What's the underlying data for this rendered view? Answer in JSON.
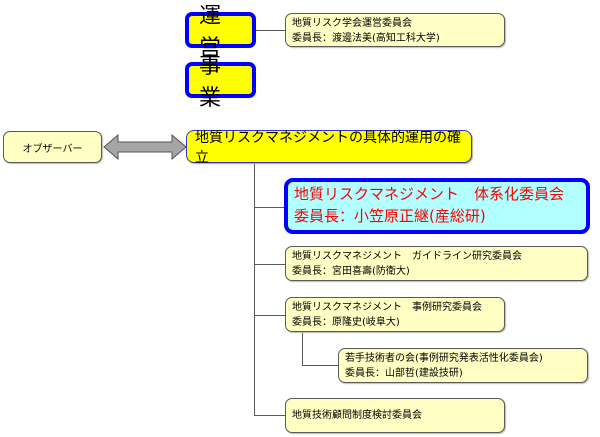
{
  "sections": {
    "management": {
      "label": "運営",
      "committee": {
        "name": "地質リスク学会運営委員会",
        "chair": "委員長：渡邊法美(高知工科大学)"
      }
    },
    "business": {
      "label": "事業"
    }
  },
  "observer": {
    "label": "オブザーバー"
  },
  "main_theme": {
    "label": "地質リスクマネジメントの具体的運用の確立"
  },
  "committees": [
    {
      "name": "地質リスクマネジメント　体系化委員会",
      "chair": "委員長：小笠原正継(産総研)",
      "highlighted": true
    },
    {
      "name": "地質リスクマネジメント　ガイドライン研究委員会",
      "chair": "委員長：宮田喜壽(防衛大)"
    },
    {
      "name": "地質リスクマネジメント　事例研究委員会",
      "chair": "委員長：原隆史(岐阜大)"
    },
    {
      "name": "若手技術者の会(事例研究発表活性化委員会)",
      "chair": "委員長：山部哲(建設技研)",
      "parent": "地質リスクマネジメント　事例研究委員会"
    },
    {
      "name": "地質技術顧問制度検討委員会"
    }
  ],
  "colors": {
    "head_fill": "#ffff00",
    "head_border": "#0000ff",
    "info_fill": "#ffffc4",
    "featured_fill": "#b2ffff",
    "featured_text": "#ff0000"
  }
}
